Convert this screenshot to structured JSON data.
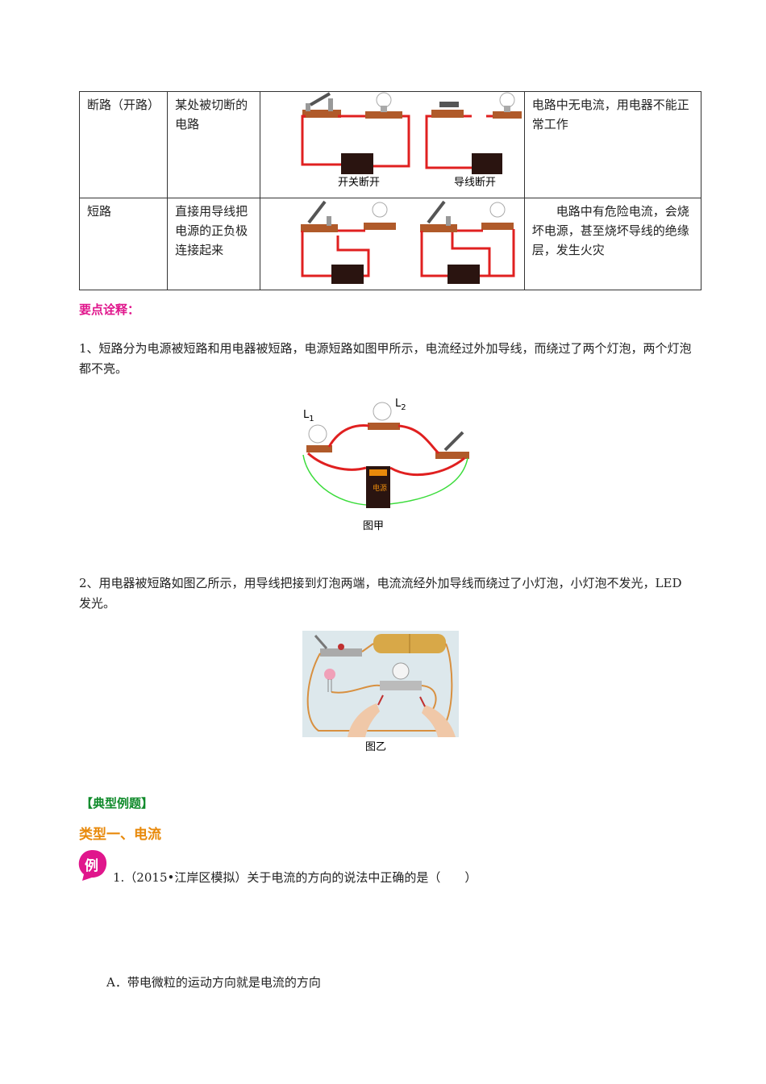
{
  "table": {
    "rows": [
      {
        "name": "断路（开路）",
        "desc": "某处被切断的电路",
        "captions": [
          "开关断开",
          "导线断开"
        ],
        "effect": "电路中无电流，用电器不能正常工作"
      },
      {
        "name": "短路",
        "desc": "直接用导线把电源的正负极连接起来",
        "captions": [],
        "effect": "电路中有危险电流，会烧坏电源，甚至烧坏导线的绝缘层，发生火灾"
      }
    ]
  },
  "notes": {
    "heading": "要点诠释：",
    "point1": "1、短路分为电源被短路和用电器被短路，电源短路如图甲所示，电流经过外加导线，而绕过了两个灯泡，两个灯泡都不亮。",
    "fig1": {
      "caption": "图甲",
      "label_l1": "L",
      "sub_l1": "1",
      "label_l2": "L",
      "sub_l2": "2",
      "battery_text": "电源"
    },
    "point2": "2、用电器被短路如图乙所示，用导线把接到灯泡两端，电流流经外加导线而绕过了小灯泡，小灯泡不发光，LED发光。",
    "fig2": {
      "caption": "图乙"
    }
  },
  "examples": {
    "heading": "【典型例题】",
    "type1": "类型一、电流",
    "badge": "例",
    "q1": "1.（2015•江岸区模拟）关于电流的方向的说法中正确的是（　　）",
    "optA": "A．带电微粒的运动方向就是电流的方向"
  },
  "colors": {
    "wire": "#e02020",
    "bypass_wire": "#3cdc3c",
    "green_heading": "#0f8a2a",
    "orange_heading": "#e8890b",
    "magenta_heading": "#e0168c"
  }
}
